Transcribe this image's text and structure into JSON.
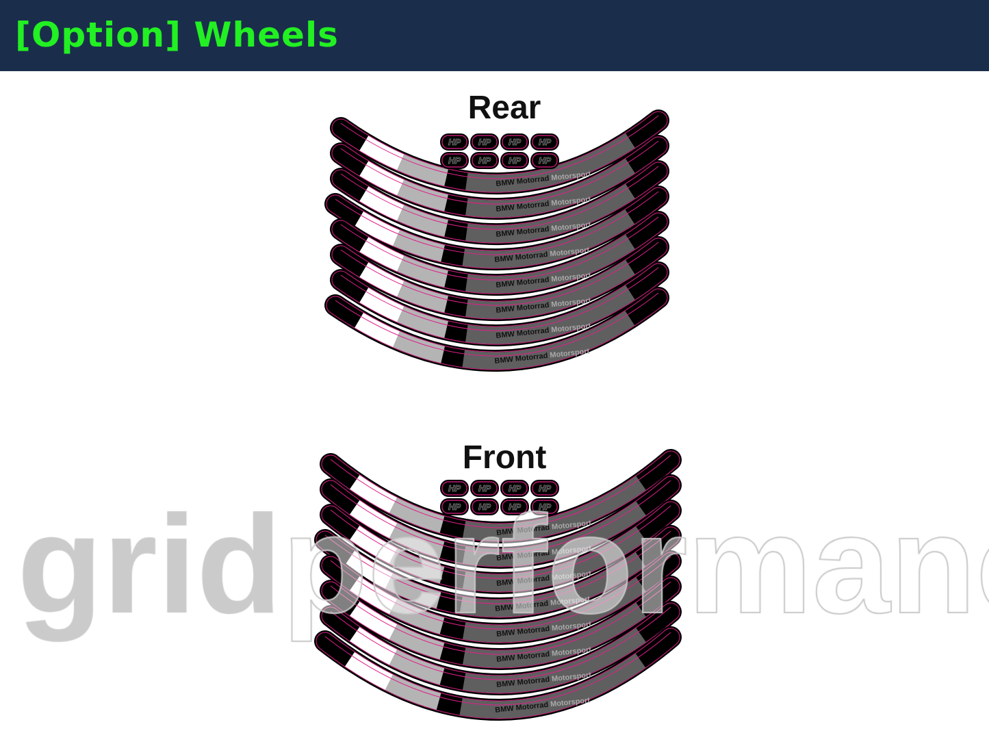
{
  "header": {
    "title": "[Option] Wheels"
  },
  "rear": {
    "title": "Rear",
    "strip_count": 8,
    "badge_count": 8
  },
  "front": {
    "title": "Front",
    "strip_count": 8,
    "badge_count": 8
  },
  "decal": {
    "brand": "BMW Motorrad",
    "sub": "Motorsport",
    "badge": "HP"
  },
  "watermark": {
    "part1": "grid",
    "part2": "performance"
  },
  "colors": {
    "header_bg": "#1a2e4c",
    "title": "#22f022",
    "black": "#000000",
    "gray": "#5f5f5f",
    "light_gray": "#b4b4b4",
    "cut_line": "#e0208a"
  }
}
